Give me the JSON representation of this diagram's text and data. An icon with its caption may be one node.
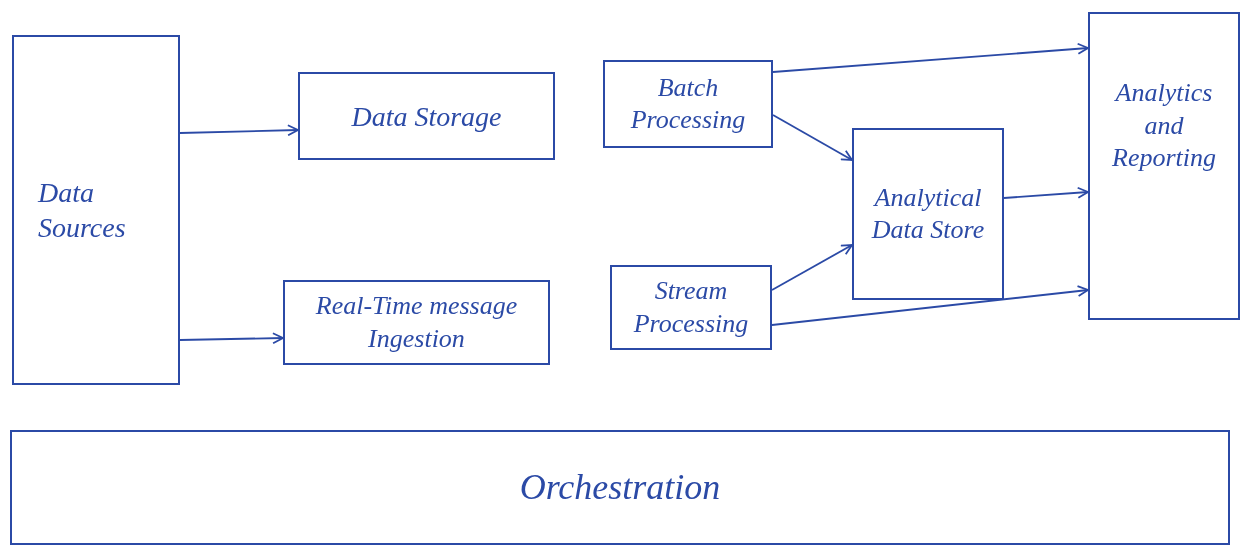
{
  "diagram": {
    "nodes": [
      {
        "text": [
          "Data Sources"
        ]
      },
      {
        "text": [
          "Data Storage"
        ]
      },
      {
        "text": [
          "Real-Time message Ingestion"
        ]
      },
      {
        "text": [
          "Batch Processing"
        ]
      },
      {
        "text": [
          "Stream Processing"
        ]
      },
      {
        "text": [
          "Analytical Data Store"
        ]
      },
      {
        "text": [
          "Analytics and Reporting"
        ]
      },
      {
        "text": [
          "Orchestration"
        ]
      }
    ],
    "edges": [
      {
        "from": 0,
        "to": 1,
        "arrow": "to"
      },
      {
        "from": 0,
        "to": 2,
        "arrow": "to"
      },
      {
        "from": 3,
        "to": 6,
        "arrow": "to"
      },
      {
        "from": 3,
        "to": 5,
        "arrow": "to"
      },
      {
        "from": 5,
        "to": 6,
        "arrow": "to"
      },
      {
        "from": 4,
        "to": 5,
        "arrow": "to"
      },
      {
        "from": 4,
        "to": 6,
        "arrow": "to"
      }
    ]
  }
}
